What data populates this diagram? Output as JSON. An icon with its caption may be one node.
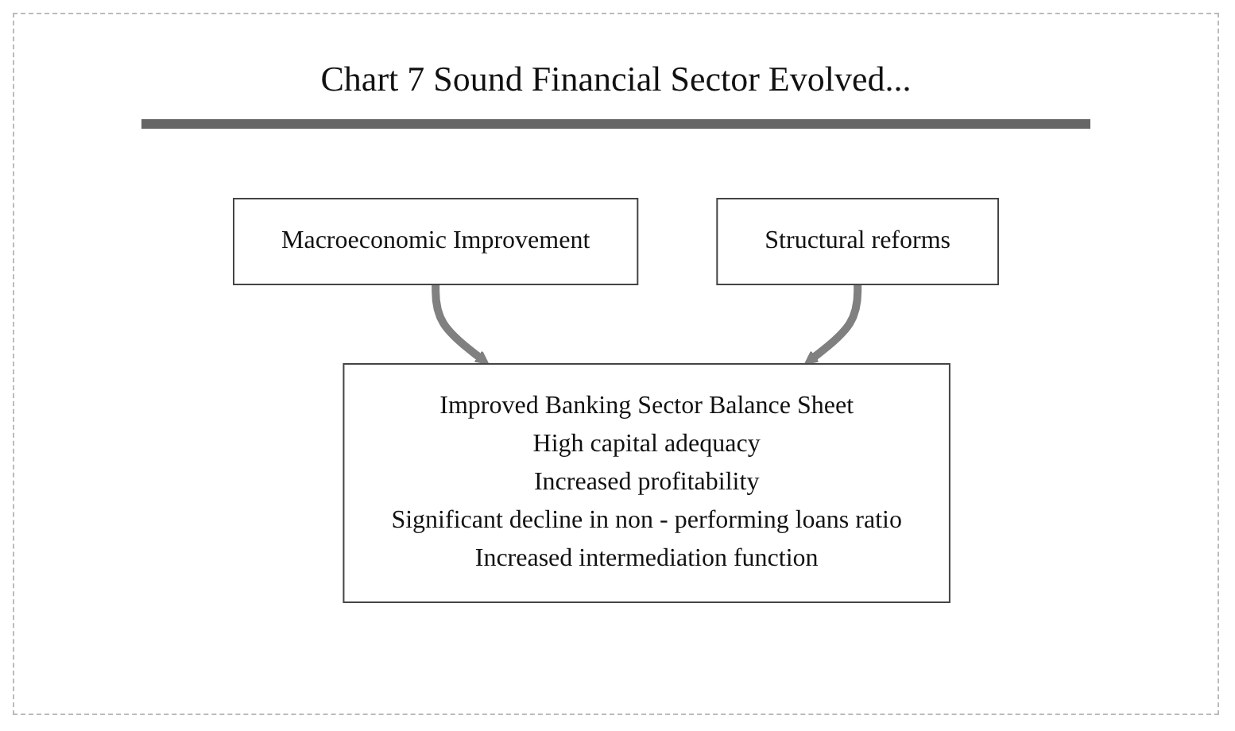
{
  "diagram": {
    "title": "Chart 7 Sound Financial Sector Evolved...",
    "nodes": [
      {
        "text": [
          "Macroeconomic Improvement"
        ]
      },
      {
        "text": [
          "Structural reforms"
        ]
      },
      {
        "text": [
          "Improved Banking Sector Balance Sheet",
          "High capital adequacy",
          "Increased profitability",
          "Significant decline in non - performing loans ratio",
          "Increased intermediation function"
        ]
      }
    ],
    "edges": [
      {
        "from": 0,
        "to": 2,
        "arrow": "to"
      },
      {
        "from": 1,
        "to": 2,
        "arrow": "to"
      }
    ]
  }
}
